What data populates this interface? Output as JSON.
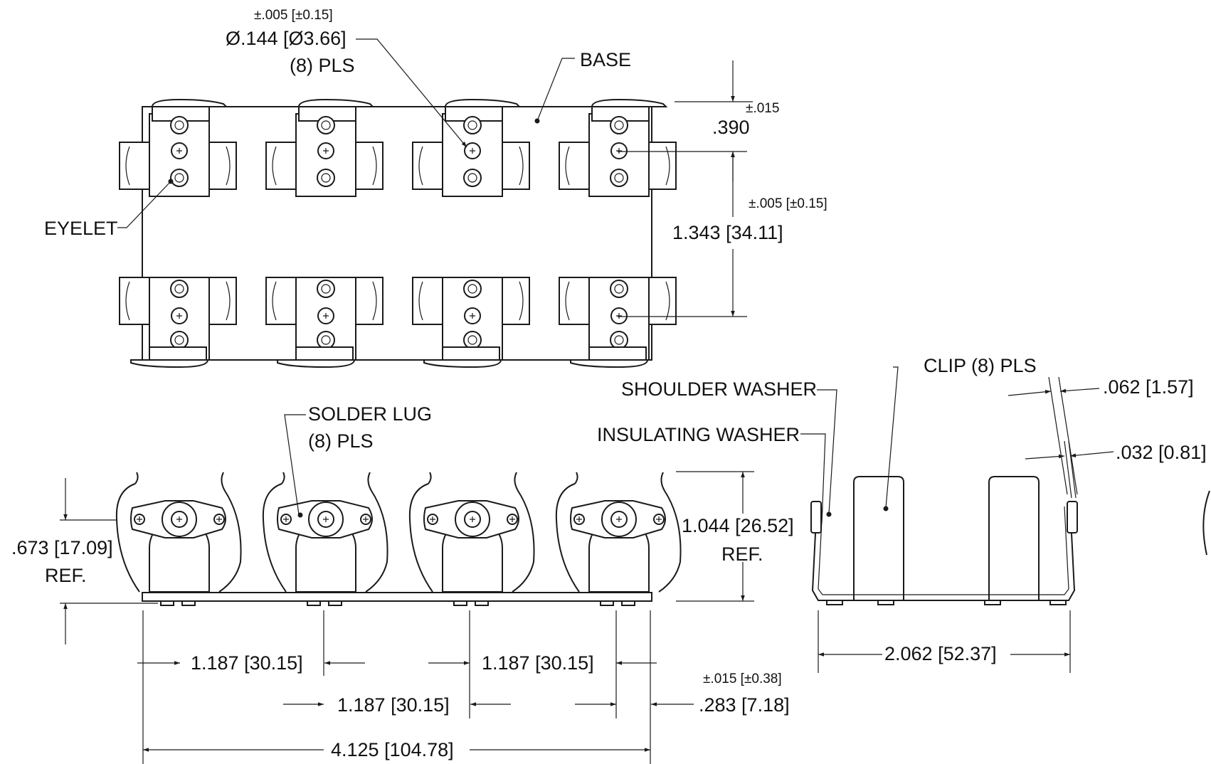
{
  "labels": {
    "hole_tol": "±.005 [±0.15]",
    "hole_dia": "Ø.144 [Ø3.66]",
    "hole_qty": "(8) PLS",
    "base": "BASE",
    "eyelet": "EYELET",
    "height_tol": "±.015",
    "height": ".390",
    "pitch_tol": "±.005 [±0.15]",
    "pitch": "1.343 [34.11]",
    "solder_lug": "SOLDER LUG",
    "solder_lug_qty": "(8) PLS",
    "left_height": ".673 [17.09]",
    "left_height_ref": "REF.",
    "overall_height": "1.044 [26.52]",
    "overall_height_ref": "REF.",
    "spacing_1": "1.187 [30.15]",
    "spacing_2": "1.187 [30.15]",
    "spacing_3": "1.187 [30.15]",
    "end_tol": "±.015 [±0.38]",
    "end_offset": ".283 [7.18]",
    "overall_length": "4.125 [104.78]",
    "clip": "CLIP (8) PLS",
    "shoulder_washer": "SHOULDER WASHER",
    "insulating_washer": "INSULATING WASHER",
    "clip_thickness": ".062 [1.57]",
    "washer_thickness": ".032 [0.81]",
    "width": "2.062 [52.37]"
  }
}
